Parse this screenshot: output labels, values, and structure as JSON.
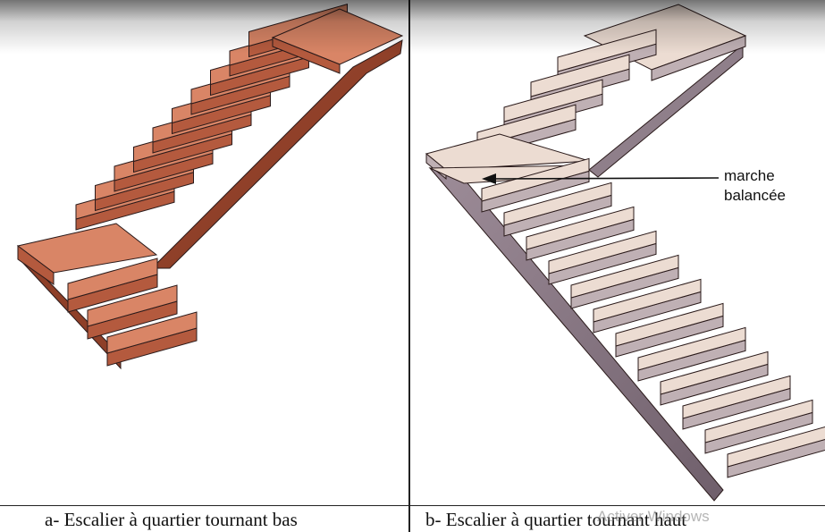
{
  "figure": {
    "caption_a": "a- Escalier à quartier tournant bas",
    "caption_b": "b- Escalier à quartier tournant haut",
    "callout_line1": "marche",
    "callout_line2": "balancée",
    "watermark": "Activer Windows"
  },
  "colors": {
    "wood_tread": "#d98566",
    "wood_riser": "#b45a3e",
    "wood_side": "#8e3f28",
    "marble_tread": "#ecdcd2",
    "marble_riser": "#bfb0b4",
    "marble_side": "#8f7f8a",
    "outline": "#2a1a1a"
  },
  "icons": {
    "arrow": "arrow-left-icon"
  }
}
